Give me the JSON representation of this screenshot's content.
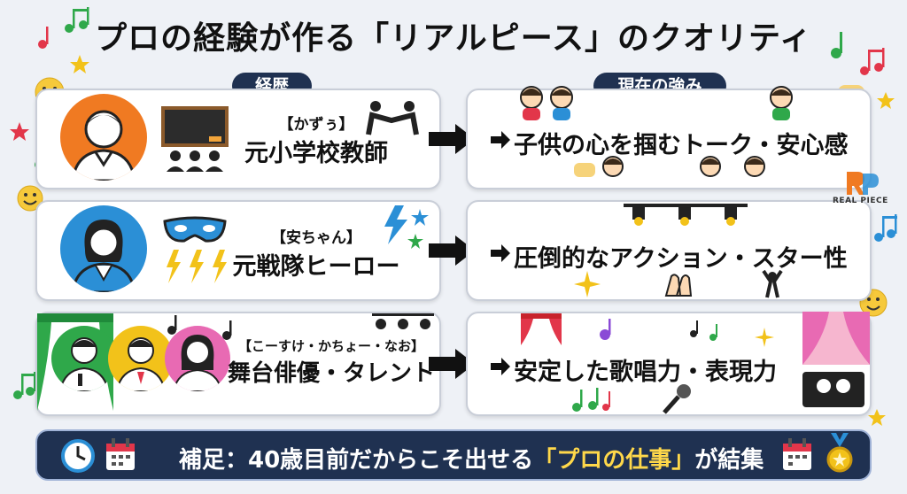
{
  "title": "プロの経験が作る「リアルピース」のクオリティ",
  "columns": {
    "left": "経歴",
    "right": "現在の強み"
  },
  "rows": [
    {
      "alias": "【かずぅ】",
      "role": "元小学校教師",
      "strength": "子供の心を掴むトーク・安心感",
      "avatar_color": "#f07a22"
    },
    {
      "alias": "【安ちゃん】",
      "role": "元戦隊ヒーロー",
      "strength": "圧倒的なアクション・スター性",
      "avatar_color": "#2b8fd6"
    },
    {
      "alias": "【こーすけ・かちょー・なお】",
      "role": "舞台俳優・タレント",
      "strength": "安定した歌唱力・表現力",
      "avatar_colors": [
        "#2fa84a",
        "#f2c21a",
        "#e86ab3"
      ]
    }
  ],
  "bottom": {
    "prefix": "補足：40歳目前だからこそ出せる",
    "highlight": "「プロの仕事」",
    "suffix": "が結集"
  },
  "logo": {
    "text": "REAL PIECE"
  },
  "colors": {
    "navy": "#1f3151",
    "highlight": "#ffd84a"
  }
}
